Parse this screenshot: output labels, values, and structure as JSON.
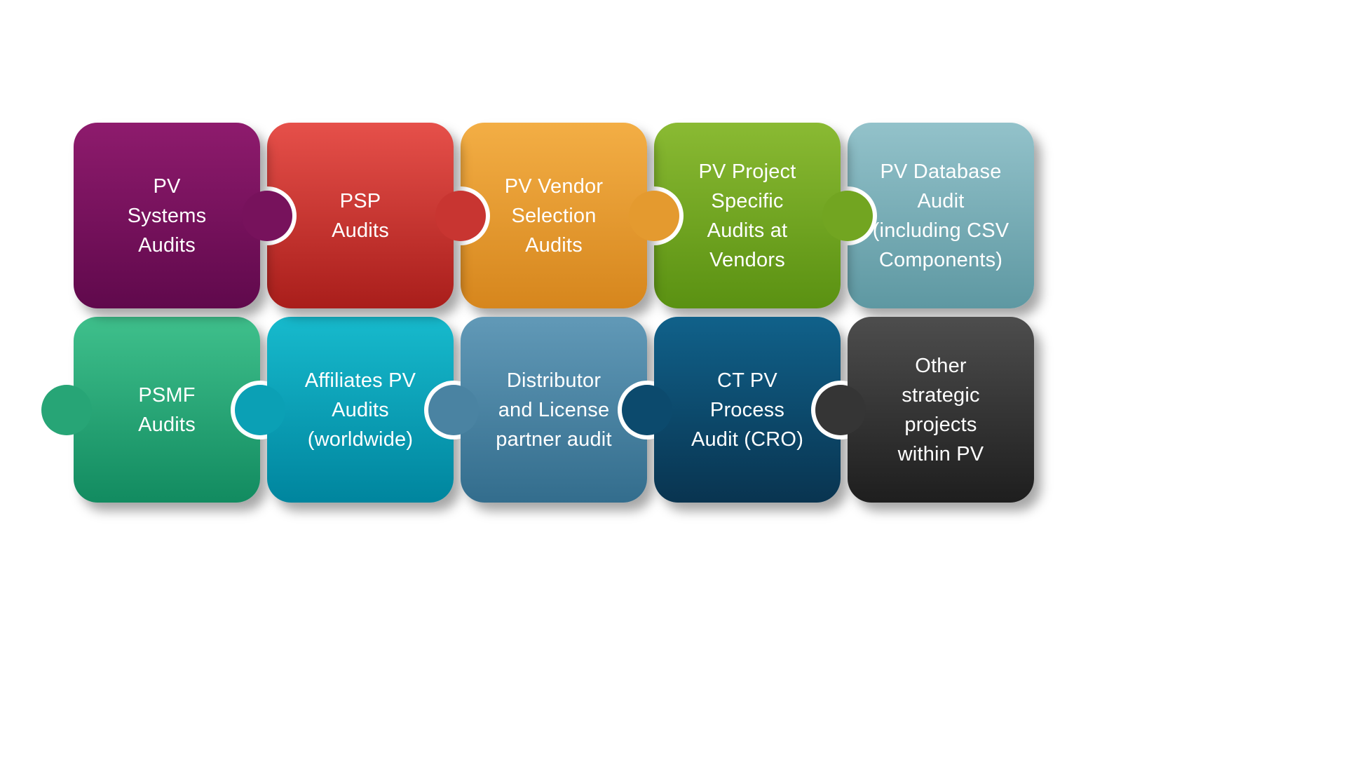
{
  "diagram": {
    "background": "#ffffff",
    "text_color": "#ffffff",
    "rows": [
      {
        "pieces": [
          {
            "label": "PV\nSystems\nAudits",
            "top": "#8e1b6d",
            "bottom": "#60094c",
            "tab": "#77125c"
          },
          {
            "label": "PSP\nAudits",
            "top": "#e6504a",
            "bottom": "#a91e1b",
            "tab": "#c83531"
          },
          {
            "label": "PV Vendor\nSelection\nAudits",
            "top": "#f3ae45",
            "bottom": "#d6861d",
            "tab": "#e49a2f"
          },
          {
            "label": "PV Project\nSpecific\nAudits at\nVendors",
            "top": "#8aba33",
            "bottom": "#5a9112",
            "tab": "#72a521"
          },
          {
            "label": "PV Database\nAudit\n(including CSV\nComponents)",
            "top": "#93c2ca",
            "bottom": "#5e98a2",
            "tab": "#78adb6"
          }
        ]
      },
      {
        "pieces": [
          {
            "label": "PSMF\nAudits",
            "top": "#3fc08c",
            "bottom": "#128b60",
            "tab": "#27a576"
          },
          {
            "label": "Affiliates PV\nAudits\n(worldwide)",
            "top": "#17bacd",
            "bottom": "#00859e",
            "tab": "#0ba0b5"
          },
          {
            "label": "Distributor\nand License\npartner audit",
            "top": "#6199b7",
            "bottom": "#336d8d",
            "tab": "#4a83a2"
          },
          {
            "label": "CT PV\nProcess\nAudit (CRO)",
            "top": "#10618a",
            "bottom": "#093450",
            "tab": "#0c4a6d"
          },
          {
            "label": "Other\nstrategic\nprojects\nwithin PV",
            "top": "#4d4d4d",
            "bottom": "#1e1e1e",
            "tab": "#353535"
          }
        ]
      }
    ]
  }
}
